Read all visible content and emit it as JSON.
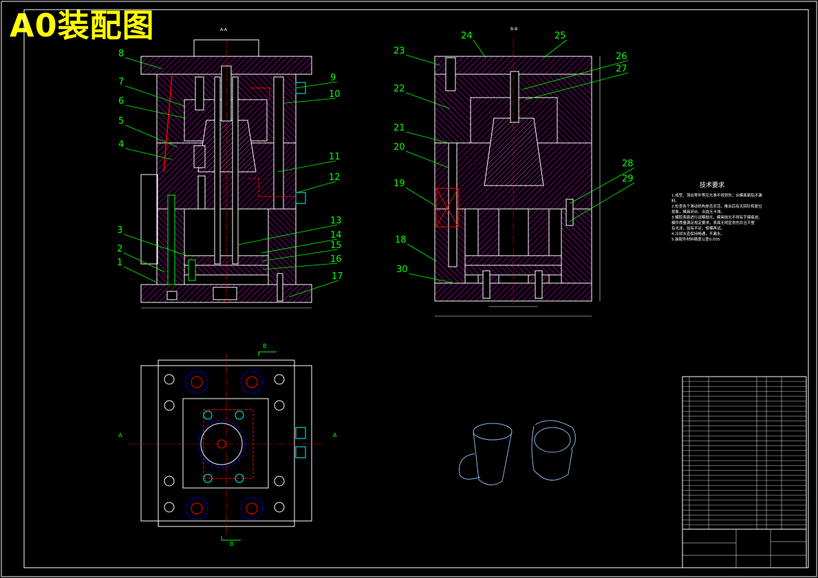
{
  "drawing": {
    "title": "A0装配图",
    "section_labels": {
      "aa": "A-A",
      "bb": "B-B"
    },
    "view_markers": {
      "a": "A",
      "b": "B"
    }
  },
  "callouts_left": [
    "1",
    "2",
    "3",
    "4",
    "5",
    "6",
    "7",
    "8",
    "9",
    "10",
    "11",
    "12",
    "13",
    "14",
    "15",
    "16",
    "17"
  ],
  "callouts_right": [
    "18",
    "19",
    "20",
    "21",
    "22",
    "23",
    "24",
    "25",
    "26",
    "27",
    "28",
    "29",
    "30"
  ],
  "tech_requirements": {
    "heading": "技术要求",
    "lines": [
      "1.成型、顶出零件等应光滑不得划伤；合模面紧贴不漏",
      "料。",
      "2.检查各个滑动机构是否灵活，推出后有无回针和复位",
      "现象，模具闭合、合拢无卡滞。",
      "3.模腔表面进行试模抛光，模具抛光不得有手摸痕迹。",
      "模件质量满足规定要求，表面无明显划伤并且平整",
      "有光泽，如有不足，修模再试。",
      "4.冷却水道保持畅通，不漏水。",
      "5.装配件材料精度公差0.005"
    ]
  },
  "colors": {
    "background": "#000000",
    "outline": "#ffffff",
    "hatch": "#c000c0",
    "hatch_light": "#ff40ff",
    "callout": "#00ff00",
    "cooling": "#ff0000",
    "circles": "#0000ff",
    "cyan": "#00ffff",
    "title_text": "#ffff00",
    "iso_part": "#8ab4e6"
  }
}
